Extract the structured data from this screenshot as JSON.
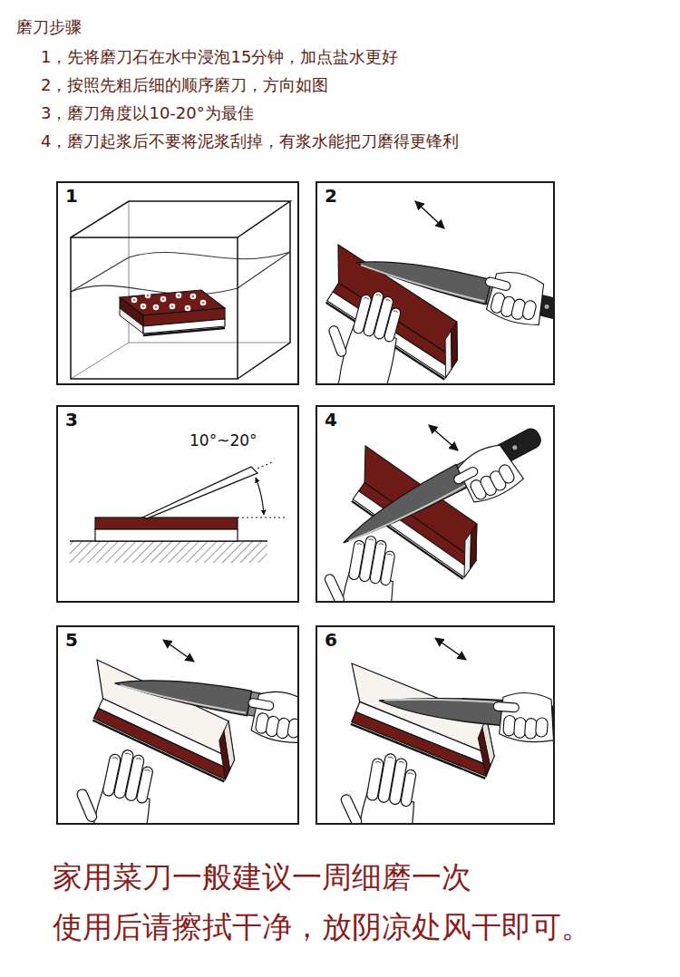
{
  "diagram": {
    "title": "磨刀步骤",
    "nodes": [
      {
        "text": [
          "1"
        ]
      },
      {
        "text": [
          "2"
        ]
      },
      {
        "text": [
          "3",
          "10°~20°"
        ]
      },
      {
        "text": [
          "4"
        ]
      },
      {
        "text": [
          "5"
        ]
      },
      {
        "text": [
          "6"
        ]
      }
    ],
    "labels": [
      "1，先将磨刀石在水中浸泡15分钟，加点盐水更好",
      "2，按照先粗后细的顺序磨刀，方向如图",
      "3，磨刀角度以10-20°为最佳",
      "4，磨刀起浆后不要将泥浆刮掉，有浆水能把刀磨得更锋利",
      "家用菜刀一般建议一周细磨一次",
      "使用后请擦拭干净，放阴凉处风干即可。"
    ]
  }
}
